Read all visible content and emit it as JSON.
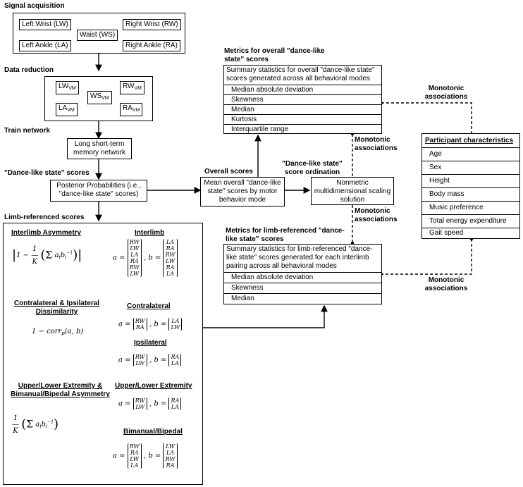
{
  "signal_acquisition": {
    "title": "Signal acquisition",
    "lw": "Left Wrist (LW)",
    "waist": "Waist (WS)",
    "rw": "Right Wrist (RW)",
    "la": "Left Ankle (LA)",
    "ra": "Right Ankle (RA)"
  },
  "data_reduction": {
    "title": "Data reduction",
    "lw": "LW",
    "ws": "WS",
    "rw": "RW",
    "la": "LA",
    "ra": "RA",
    "vm": "VM"
  },
  "train_network": {
    "title": "Train network",
    "box": "Long short-term memory network"
  },
  "dance_scores": {
    "title": "\"Dance-like state\" scores",
    "box": "Posterior Probabilities (i.e., \"dance-like state\" scores)"
  },
  "overall": {
    "label": "Overall scores",
    "box": "Mean overall \"dance-like state\" scores by motor behavior mode"
  },
  "ordination": {
    "label": "\"Dance-like state\" score ordination",
    "box": "Nonmetric multidimensional scaling solution"
  },
  "metrics_overall": {
    "title": "Metrics for overall \"dance-like state\" scores",
    "header": "Summary statistics for overall \"dance-like state\" scores generated across all behavioral modes",
    "rows": [
      "Median absolute deviation",
      "Skewness",
      "Median",
      "Kurtosis",
      "Interquartile range"
    ]
  },
  "metrics_limb": {
    "title": "Metrics for limb-referenced \"dance-like state\" scores",
    "header": "Summary statistics for limb-referenced \"dance-like state\" scores generated for each interlimb pairing across all behavioral modes",
    "rows": [
      "Median absolute deviation",
      "Skewness",
      "Median"
    ]
  },
  "participant": {
    "title": "Participant characteristics",
    "rows": [
      "Age",
      "Sex",
      "Height",
      "Body mass",
      "Music preference",
      "Total energy expenditure",
      "Gait speed"
    ]
  },
  "monotonic": {
    "a": "Monotonic associations",
    "b": "Monotonic associations",
    "c": "Monotonic associations",
    "d": "Monotonic associations"
  },
  "limb": {
    "title": "Limb-referenced scores",
    "interlimb_asym": "Interlimb Asymmetry",
    "interlimb": "Interlimb",
    "contra_ipsi_dissim": "Contralateral & Ipsilateral Dissimilarity",
    "contralateral": "Contralateral",
    "ipsilateral": "Ipsilateral",
    "ul_bb_asym": "Upper/Lower Extremity & Bimanual/Bipedal Asymmetry",
    "ul_extremity": "Upper/Lower Extremity",
    "bimanual": "Bimanual/Bipedal",
    "corr_formula": "1 − corr",
    "interlimb_a": [
      "RW",
      "LW",
      "LA",
      "RA",
      "RW",
      "LW"
    ],
    "interlimb_b": [
      "LA",
      "RA",
      "RW",
      "LW",
      "RA",
      "LA"
    ],
    "contra_a": [
      "RW",
      "RA"
    ],
    "contra_b": [
      "LA",
      "LW"
    ],
    "ipsi_a": [
      "RW",
      "LW"
    ],
    "ipsi_b": [
      "RA",
      "LA"
    ],
    "ul_a": [
      "RW",
      "LW"
    ],
    "ul_b": [
      "RA",
      "LA"
    ],
    "bb_a": [
      "RW",
      "RA",
      "LW",
      "LA"
    ],
    "bb_b": [
      "LW",
      "LA",
      "RW",
      "RA"
    ]
  }
}
